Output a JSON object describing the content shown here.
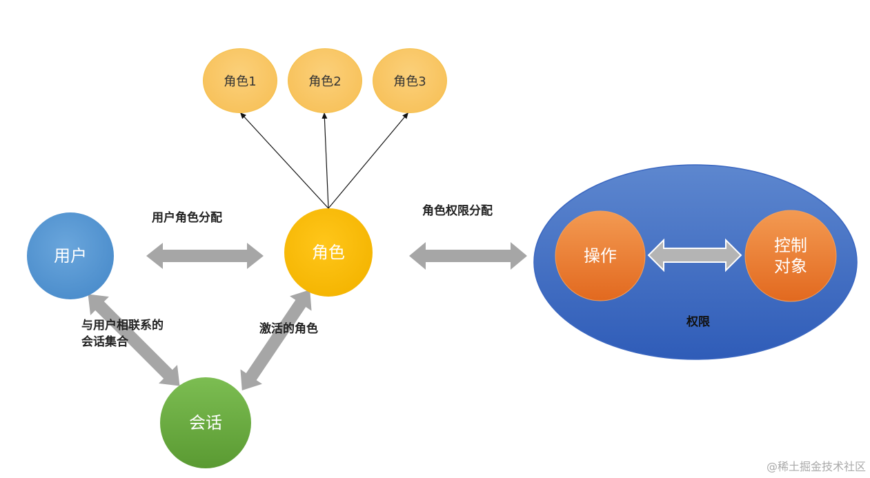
{
  "nodes": {
    "role1": "角色1",
    "role2": "角色2",
    "role3": "角色3",
    "user": "用户",
    "role": "角色",
    "session": "会话",
    "operation": "操作",
    "control_object_line1": "控制",
    "control_object_line2": "对象"
  },
  "labels": {
    "user_role_assignment": "用户角色分配",
    "role_permission_assignment": "角色权限分配",
    "user_session_line1": "与用户相联系的",
    "user_session_line2": "会话集合",
    "activated_roles": "激活的角色",
    "permission": "权限"
  },
  "watermark": "@稀土掘金技术社区",
  "colors": {
    "user": "#5b9bd5",
    "role": "#ffc000",
    "small_role": "#f8c35e",
    "session": "#70ad47",
    "permission_ellipse": "#4472c4",
    "operation": "#ed7d31",
    "arrow": "#a6a6a6"
  }
}
